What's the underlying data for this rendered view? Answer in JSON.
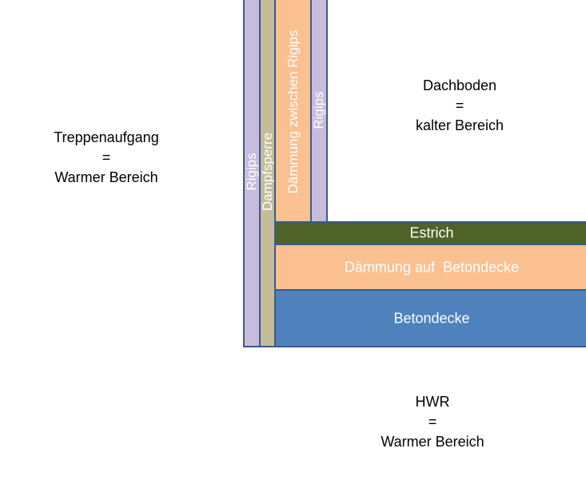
{
  "zones": {
    "stair": {
      "line1": "Treppenaufgang",
      "line2": "=",
      "line3": "Warmer Bereich"
    },
    "attic": {
      "line1": "Dachboden",
      "line2": "=",
      "line3": "kalter Bereich"
    },
    "hwr": {
      "line1": "HWR",
      "line2": "=",
      "line3": "Warmer Bereich"
    }
  },
  "wall_layers": {
    "rigips_outer": "Rigips",
    "vapor_barrier": "Dampfsperre",
    "insulation_between": "Dämmung zwischen Rigips",
    "rigips_inner": "Rigips"
  },
  "floor_layers": {
    "screed": "Estrich",
    "insulation_on_slab": "Dämmung auf  Betondecke",
    "concrete_slab": "Betondecke"
  },
  "colors": {
    "rigips": "#c8bcdc",
    "vapor_barrier": "#c4bd97",
    "insulation": "#fac090",
    "screed": "#4f6228",
    "concrete": "#4f81bd",
    "border": "#3a5b8c"
  }
}
